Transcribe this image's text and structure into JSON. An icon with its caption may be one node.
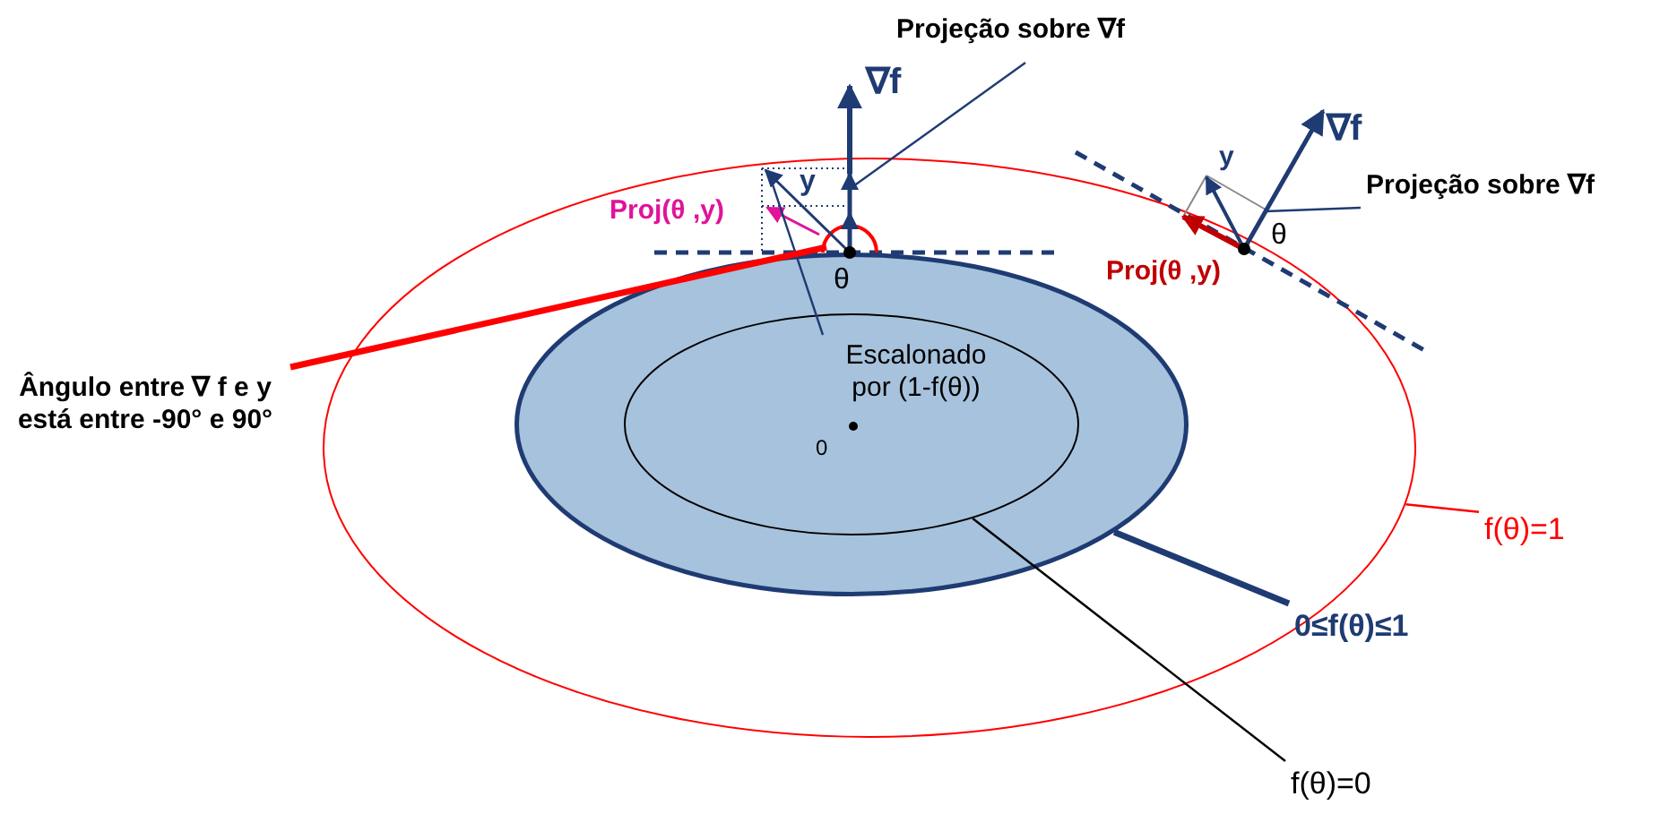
{
  "diagram": {
    "nodes": [
      {
        "text": [
          "Projeção sobre ∇f"
        ]
      },
      {
        "text": [
          "Projeção sobre ∇f"
        ]
      },
      {
        "text": [
          "Ângulo entre ∇ f e y está entre -90° e 90°"
        ]
      },
      {
        "text": [],
        "shape": "ellipse"
      },
      {
        "text": [],
        "shape": "picture"
      },
      {
        "text": [],
        "shape": "picture"
      },
      {
        "text": [],
        "shape": "ellipse",
        "in": 3
      },
      {
        "text": [],
        "shape": "ellipse",
        "in": 6
      },
      {
        "text": [
          "Escalonado por (1-f(θ))"
        ],
        "in": 7
      },
      {
        "text": [
          "f(θ)=1"
        ]
      },
      {
        "text": [
          "0≤f(θ)≤1"
        ]
      },
      {
        "text": [
          "f(θ)=0"
        ]
      }
    ],
    "edges": [
      {
        "from": 0,
        "to": 4,
        "arrow": "none"
      },
      {
        "from": 1,
        "to": 5,
        "arrow": "none"
      },
      {
        "from": 8,
        "to": 4,
        "arrow": "none"
      },
      {
        "from": 2,
        "to": 4,
        "arrow": "none",
        "style": "thick",
        "color": "#ff0000"
      },
      {
        "from": 9,
        "to": 3,
        "arrow": "none",
        "color": "#ff0000"
      },
      {
        "from": 10,
        "to": 6,
        "arrow": "none",
        "style": "thick"
      },
      {
        "from": 11,
        "to": 7,
        "arrow": "none",
        "color": "#000000"
      }
    ],
    "labels": [
      "∇f",
      "y",
      "Proj(θ ,y)",
      "θ",
      "0",
      "y",
      "∇f",
      "Proj(θ ,y)",
      "θ"
    ]
  }
}
